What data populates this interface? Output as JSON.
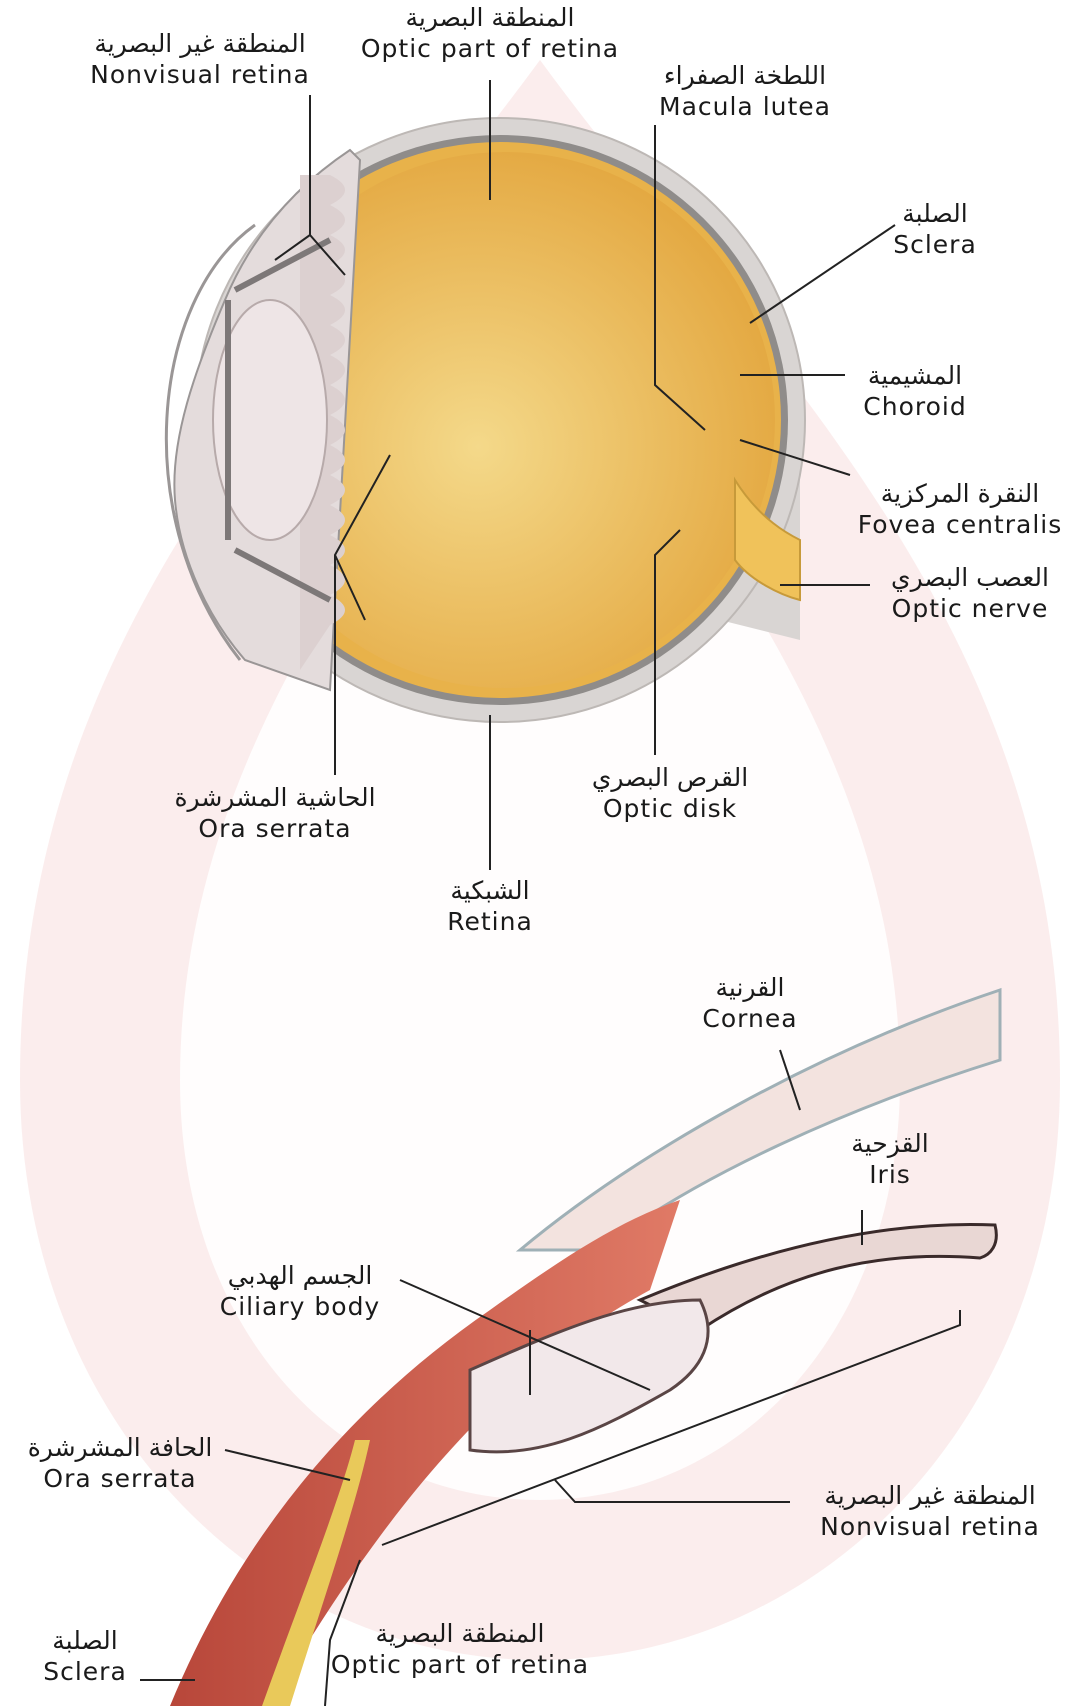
{
  "colors": {
    "sclera": "#d9d5d3",
    "choroid": "#8f8c8a",
    "retina": "#e8b24a",
    "vitreous": "#efb856",
    "lens": "#eee5e6",
    "muscle": "#cc5a4a",
    "cornea": "#f3e3df",
    "watermark": "#f6dcdc",
    "optic_nerve": "#f0c25a"
  },
  "labels": {
    "nonvisual_top": {
      "ar": "المنطقة غير البصرية",
      "en": "Nonvisual retina"
    },
    "optic_part_top": {
      "ar": "المنطقة البصرية",
      "en": "Optic part of retina"
    },
    "macula": {
      "ar": "اللطخة الصفراء",
      "en": "Macula lutea"
    },
    "sclera_top": {
      "ar": "الصلبة",
      "en": "Sclera"
    },
    "choroid": {
      "ar": "المشيمية",
      "en": "Choroid"
    },
    "fovea": {
      "ar": "النقرة المركزية",
      "en": "Fovea centralis"
    },
    "optic_nerve": {
      "ar": "العصب البصري",
      "en": "Optic nerve"
    },
    "optic_disk": {
      "ar": "القرص البصري",
      "en": "Optic disk"
    },
    "ora_top": {
      "ar": "الحاشية المشرشرة",
      "en": "Ora serrata"
    },
    "retina": {
      "ar": "الشبكية",
      "en": "Retina"
    },
    "cornea": {
      "ar": "القرنية",
      "en": "Cornea"
    },
    "iris": {
      "ar": "القزحية",
      "en": "Iris"
    },
    "ciliary": {
      "ar": "الجسم الهدبي",
      "en": "Ciliary body"
    },
    "ora_bottom": {
      "ar": "الحافة المشرشرة",
      "en": "Ora serrata"
    },
    "nonvisual_bottom": {
      "ar": "المنطقة غير البصرية",
      "en": "Nonvisual retina"
    },
    "sclera_bottom": {
      "ar": "الصلبة",
      "en": "Sclera"
    },
    "optic_part_bottom": {
      "ar": "المنطقة البصرية",
      "en": "Optic part of retina"
    }
  }
}
